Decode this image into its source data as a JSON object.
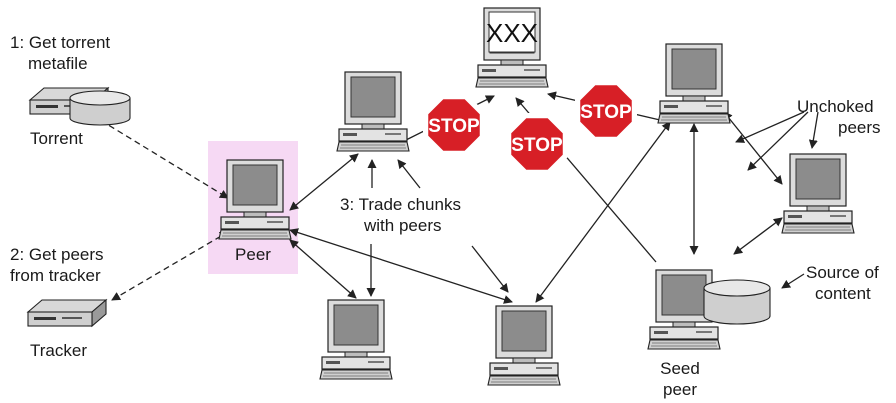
{
  "labels": {
    "step1_line1": "1: Get torrent",
    "step1_line2": "metafile",
    "torrent": "Torrent",
    "step2_line1": "2: Get peers",
    "step2_line2": "from tracker",
    "tracker": "Tracker",
    "peer": "Peer",
    "step3_line1": "3: Trade chunks",
    "step3_line2": "with peers",
    "unchoked_line1": "Unchoked",
    "unchoked_line2": "peers",
    "source_line1": "Source of",
    "source_line2": "content",
    "seed_line1": "Seed",
    "seed_line2": "peer"
  },
  "screen_text": "XXX",
  "stop_sign_text": "STOP",
  "colors": {
    "peer_highlight": "#f6d9f4",
    "stop_fill": "#d71f26",
    "screen_gray": "#8c8c8c",
    "arrow": "#222222"
  }
}
